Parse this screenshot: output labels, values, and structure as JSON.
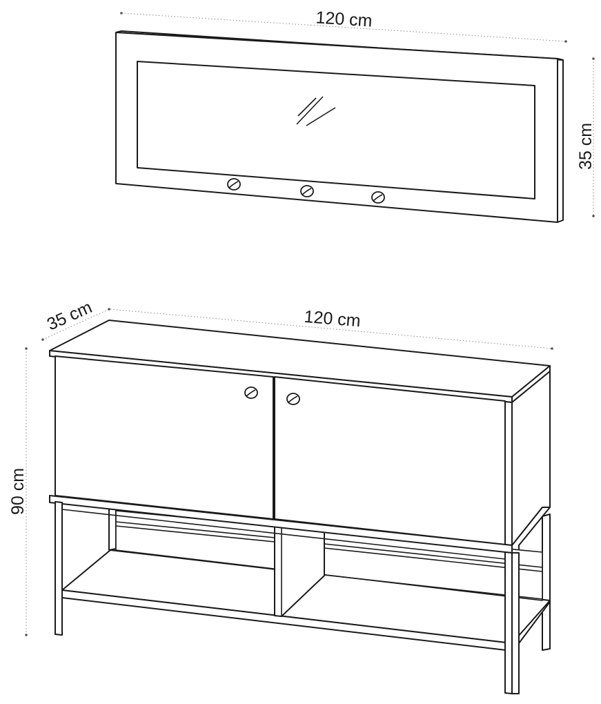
{
  "dimensions": {
    "mirror": {
      "width_label": "120 cm",
      "height_label": "35 cm"
    },
    "cabinet": {
      "depth_label": "35 cm",
      "width_label": "120 cm",
      "height_label": "90 cm"
    }
  },
  "colors": {
    "line": "#1a1a1a",
    "dimension_line": "#8a8a8a",
    "background": "#ffffff"
  }
}
